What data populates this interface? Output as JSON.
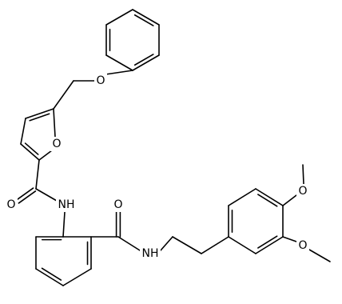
{
  "molecule": {
    "atom_labels": [
      {
        "id": "o_phenoxy",
        "text": "O"
      },
      {
        "id": "o_furan",
        "text": "O"
      },
      {
        "id": "o_amide1",
        "text": "O"
      },
      {
        "id": "nh_amide1",
        "text": "NH"
      },
      {
        "id": "o_amide2",
        "text": "O"
      },
      {
        "id": "nh_amide2",
        "text": "NH"
      },
      {
        "id": "o_methoxy1",
        "text": "O"
      },
      {
        "id": "o_methoxy2",
        "text": "O"
      }
    ]
  },
  "colors": {
    "bond": "#000000",
    "label": "#000000",
    "background": "#ffffff"
  }
}
